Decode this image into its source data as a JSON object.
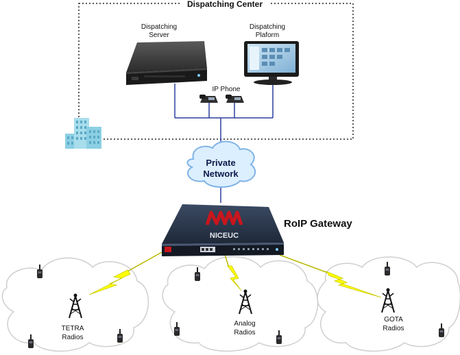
{
  "labels": {
    "dispatching_center": "Dispatching Center",
    "server_line1": "Dispatching",
    "server_line2": "Server",
    "platform_line1": "Dispatching",
    "platform_line2": "Plaform",
    "ip_phone": "IP Phone",
    "network_line1": "Private",
    "network_line2": "Network",
    "gateway": "RoIP Gateway",
    "gateway_brand": "NICEUC",
    "tetra_line1": "TETRA",
    "tetra_line2": "Radios",
    "analog_line1": "Analog",
    "analog_line2": "Radios",
    "gota_line1": "GOTA",
    "gota_line2": "Radios"
  },
  "colors": {
    "network_line": "#2b3f9e",
    "cloud_fill": "#dcefff",
    "cloud_stroke": "#7fb3e6",
    "brand_red": "#c8161d",
    "lightning": "#ffff00",
    "building": "#9fd7e8"
  },
  "icons": [
    "server-icon",
    "monitor-icon",
    "ip-phone-icon",
    "cloud-icon",
    "gateway-device-icon",
    "antenna-tower-icon",
    "handheld-radio-icon",
    "building-icon",
    "lightning-icon"
  ]
}
